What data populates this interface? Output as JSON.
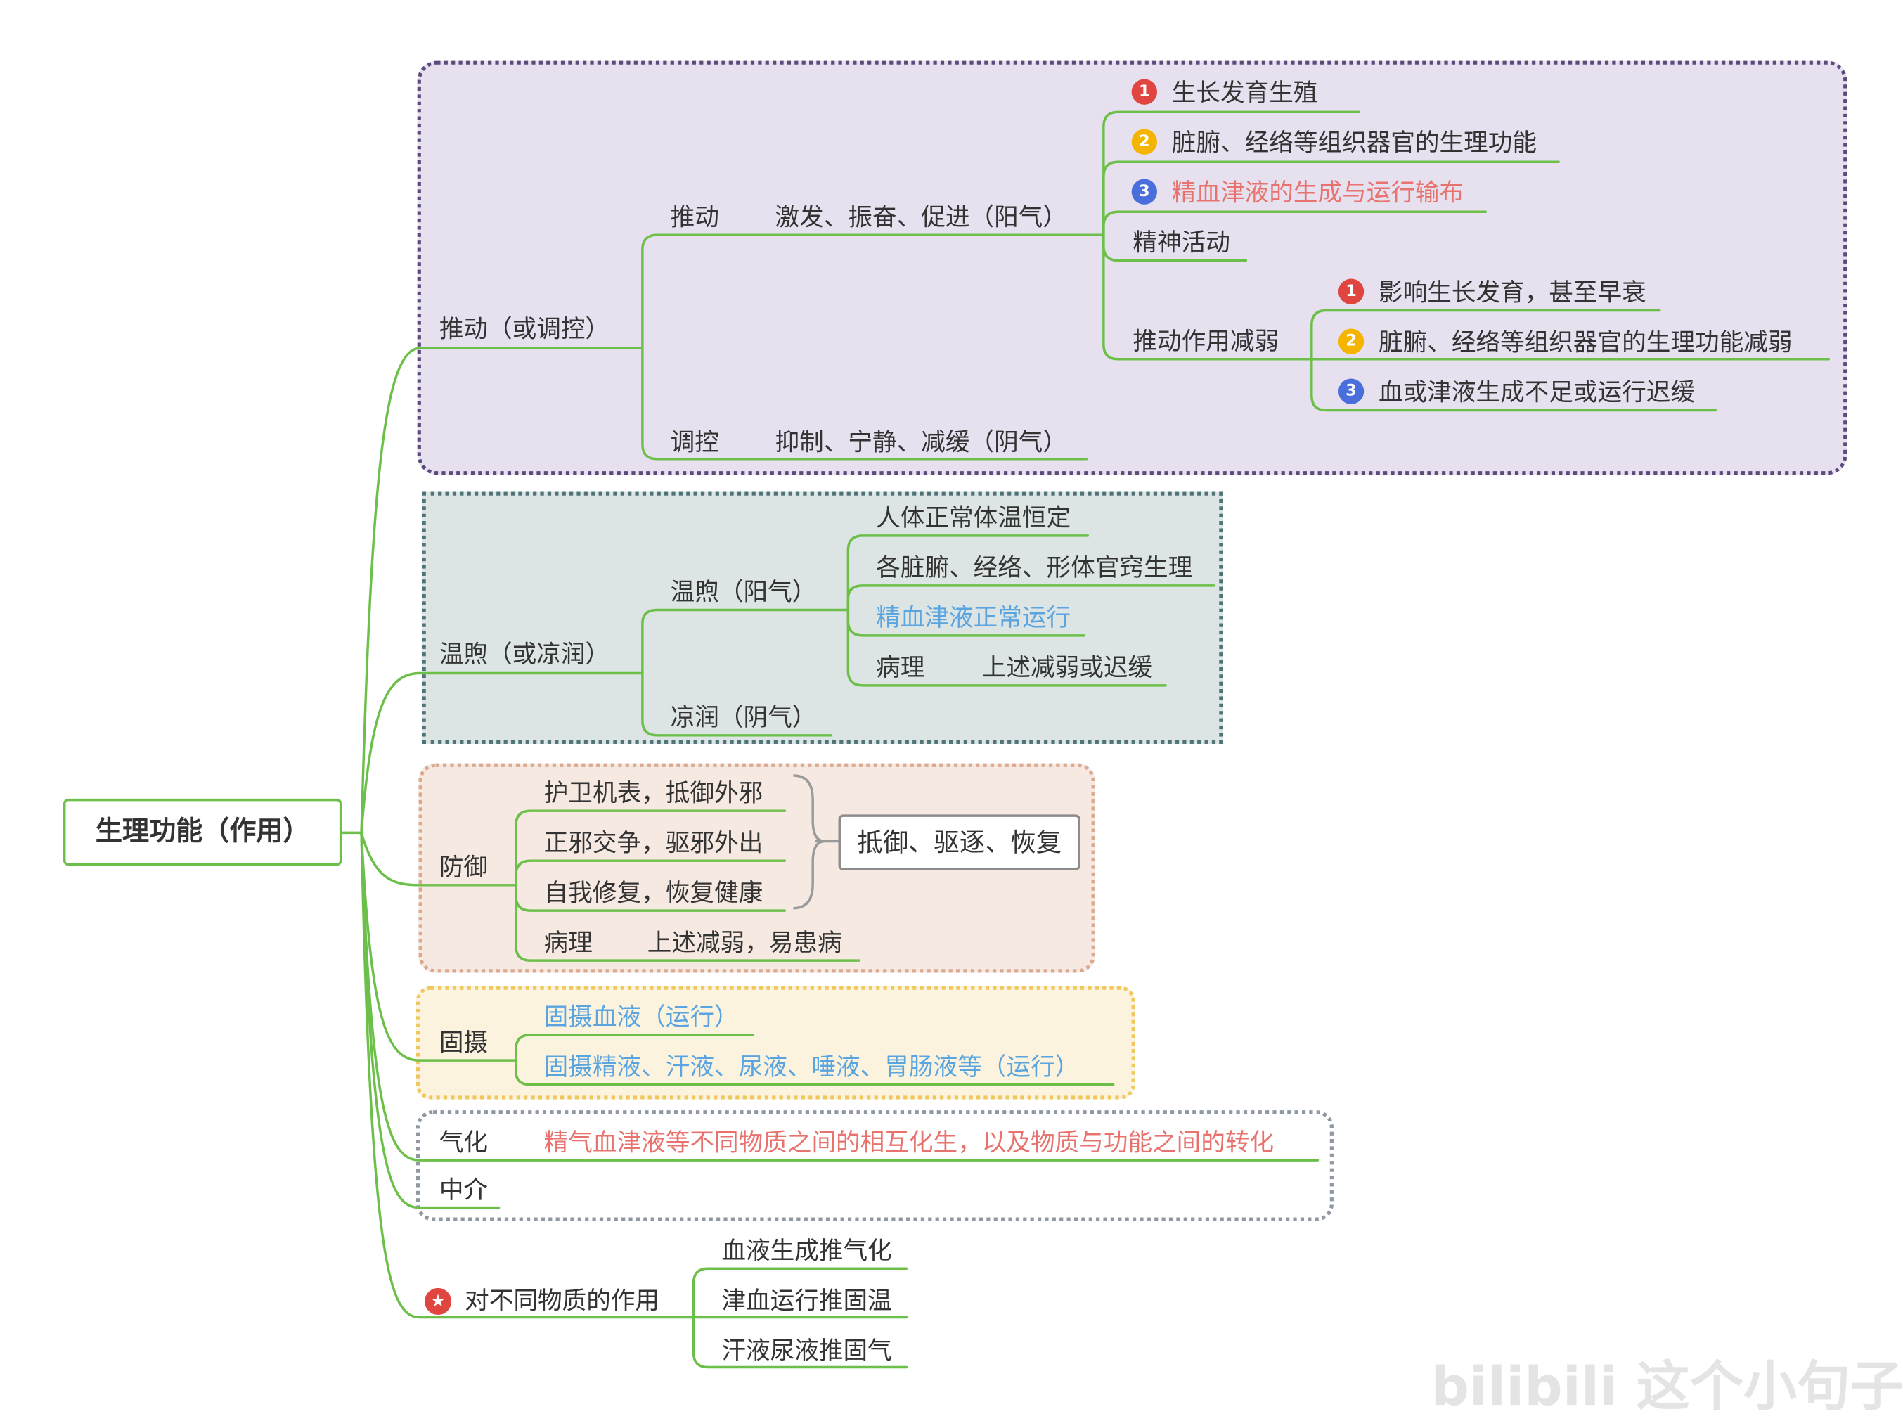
{
  "root": "生理功能（作用）",
  "colors": {
    "line": "#6cc04a",
    "text": "#333333",
    "blue_text": "#5aa5e0",
    "red_text": "#e8736e",
    "badge1": "#e0453f",
    "badge2": "#f5b400",
    "badge3": "#4a6fdc",
    "box_purple": "#e7e1ef",
    "box_teal": "#dde4e4",
    "box_peach": "#f6e9e2",
    "box_yellow": "#fcf3df",
    "box_white": "#ffffff"
  },
  "tuidong": {
    "label": "推动（或调控）",
    "push": {
      "label": "推动",
      "desc": "激发、振奋、促进（阳气）",
      "items": [
        "生长发育生殖",
        "脏腑、经络等组织器官的生理功能",
        "精血津液的生成与运行输布",
        "精神活动"
      ],
      "weak": {
        "label": "推动作用减弱",
        "items": [
          "影响生长发育，甚至早衰",
          "脏腑、经络等组织器官的生理功能减弱",
          "血或津液生成不足或运行迟缓"
        ]
      }
    },
    "regulate": {
      "label": "调控",
      "desc": "抑制、宁静、减缓（阴气）"
    }
  },
  "wenxu": {
    "label": "温煦（或凉润）",
    "warm": {
      "label": "温煦（阳气）",
      "items": [
        "人体正常体温恒定",
        "各脏腑、经络、形体官窍生理",
        "精血津液正常运行"
      ],
      "patho_label": "病理",
      "patho_desc": "上述减弱或迟缓"
    },
    "cool": "凉润（阴气）"
  },
  "fangyu": {
    "label": "防御",
    "items": [
      "护卫机表，抵御外邪",
      "正邪交争，驱邪外出",
      "自我修复，恢复健康"
    ],
    "summary": "抵御、驱逐、恢复",
    "patho_label": "病理",
    "patho_desc": "上述减弱，易患病"
  },
  "gushe": {
    "label": "固摄",
    "items": [
      "固摄血液（运行）",
      "固摄精液、汗液、尿液、唾液、胃肠液等（运行）"
    ]
  },
  "qihua": {
    "label": "气化",
    "desc": "精气血津液等不同物质之间的相互化生，以及物质与功能之间的转化"
  },
  "zhongjie": {
    "label": "中介"
  },
  "substances": {
    "label": "对不同物质的作用",
    "icon": "star-icon",
    "items": [
      "血液生成推气化",
      "津血运行推固温",
      "汗液尿液推固气"
    ]
  },
  "watermark": "bilibili 这个小句子"
}
